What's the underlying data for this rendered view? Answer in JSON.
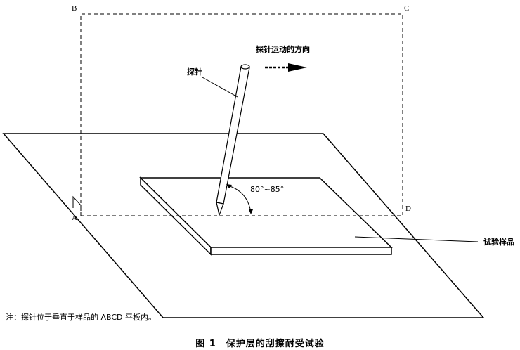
{
  "points": {
    "a": "A",
    "b": "B",
    "c": "C",
    "d": "D"
  },
  "labels": {
    "probe": "探针",
    "direction": "探针运动的方向",
    "angle": "80°~85°",
    "sample": "试验样品"
  },
  "note": "注：探针位于垂直于样品的 ABCD 平板内。",
  "caption": "图 1　保护层的刮擦耐受试验"
}
